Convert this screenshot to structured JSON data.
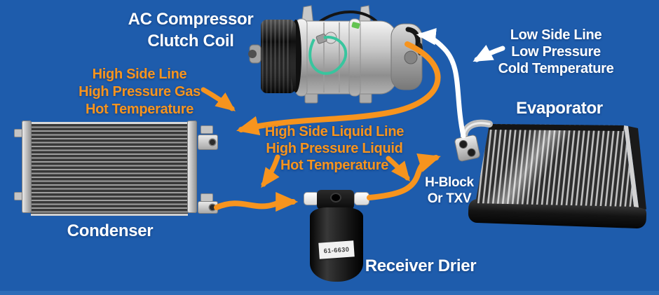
{
  "diagram": {
    "background_color": "#1e5cac",
    "footer_stripe_color": "#2d6cb8",
    "accent_color": "#f7941e",
    "components": {
      "compressor": {
        "label": "AC Compressor\nClutch Coil"
      },
      "condenser": {
        "label": "Condenser"
      },
      "receiver_drier": {
        "label": "Receiver Drier",
        "part_number": "61-6630"
      },
      "evaporator": {
        "label": "Evaporator"
      },
      "expansion_valve": {
        "label": "H-Block\nOr TXV"
      }
    },
    "annotations": {
      "high_side": {
        "text": "High Side Line\nHigh Pressure Gas\nHot Temperature",
        "color": "#f7941e"
      },
      "high_side_liquid": {
        "text": "High Side Liquid Line\nHigh Pressure Liquid\nHot Temperature",
        "color": "#f7941e"
      },
      "low_side": {
        "text": "Low Side Line\nLow Pressure\nCold Temperature",
        "color": "#ffffff"
      }
    },
    "connections": [
      {
        "from": "compressor",
        "to": "condenser",
        "line": "high-side",
        "color": "#f7941e"
      },
      {
        "from": "condenser",
        "to": "receiver_drier",
        "line": "high-side-liquid",
        "color": "#f7941e"
      },
      {
        "from": "receiver_drier",
        "to": "expansion_valve",
        "line": "high-side-liquid",
        "color": "#f7941e"
      },
      {
        "from": "evaporator",
        "to": "compressor",
        "line": "low-side",
        "color": "#ffffff"
      }
    ]
  }
}
